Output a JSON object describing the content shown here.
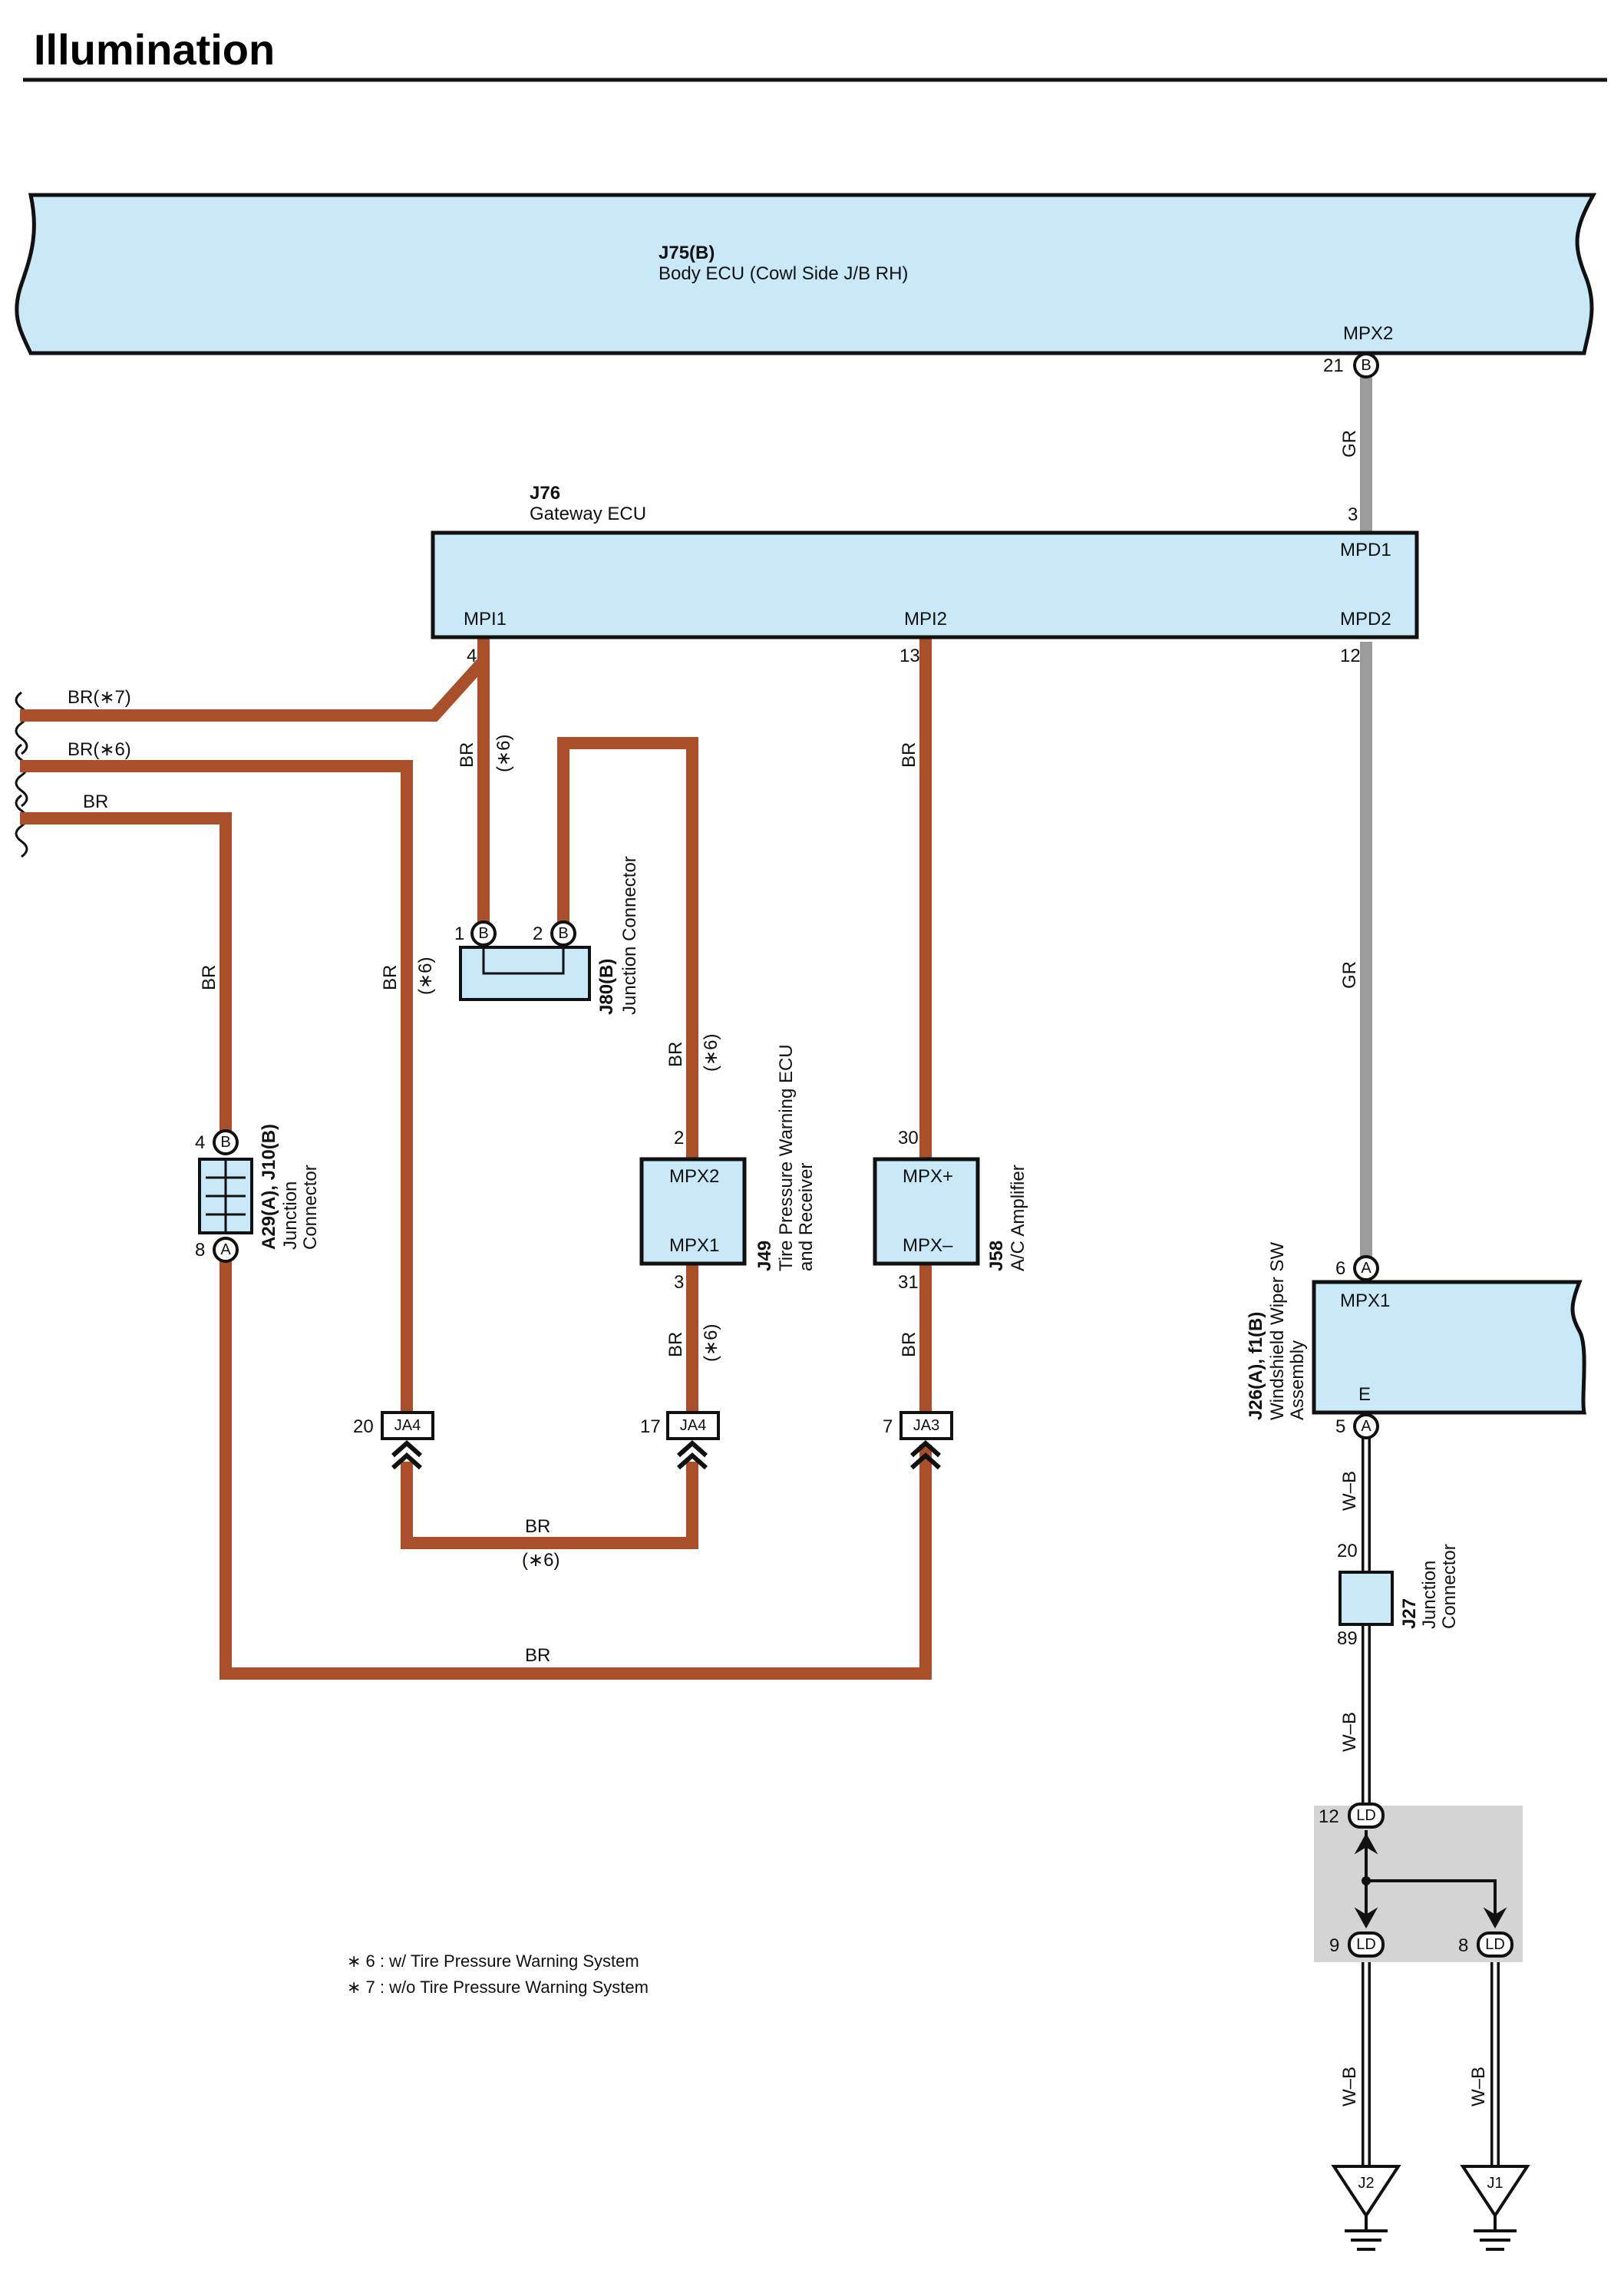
{
  "page": {
    "title": "Illumination"
  },
  "components": {
    "j75": {
      "code": "J75(B)",
      "name": "Body ECU (Cowl Side J/B RH)",
      "pin_label": "MPX2",
      "pin_num": "21",
      "pin_letter": "B"
    },
    "j76": {
      "code": "J76",
      "name": "Gateway ECU",
      "mpd1": "MPD1",
      "mpd1_num": "3",
      "mpd2": "MPD2",
      "mpd2_num": "12",
      "mpi1": "MPI1",
      "mpi1_num": "4",
      "mpi2": "MPI2",
      "mpi2_num": "13"
    },
    "j80": {
      "code": "J80(B)",
      "name": "Junction Connector",
      "pin1": "1",
      "pin2": "2",
      "letter": "B"
    },
    "a29": {
      "code": "A29(A), J10(B)",
      "name_line1": "Junction",
      "name_line2": "Connector",
      "pin_top": "4",
      "letter_top": "B",
      "pin_bot": "8",
      "letter_bot": "A"
    },
    "j49": {
      "code": "J49",
      "name_line1": "Tire Pressure Warning ECU",
      "name_line2": "and Receiver",
      "top": "MPX2",
      "top_num": "2",
      "bot": "MPX1",
      "bot_num": "3"
    },
    "j58": {
      "code": "J58",
      "name": "A/C Amplifier",
      "top": "MPX+",
      "top_num": "30",
      "bot": "MPX–",
      "bot_num": "31"
    },
    "j26": {
      "code": "J26(A), f1(B)",
      "name_line1": "Windshield Wiper SW",
      "name_line2": "Assembly",
      "top": "MPX1",
      "top_num": "6",
      "top_letter": "A",
      "bot": "E",
      "bot_num": "5",
      "bot_letter": "A"
    },
    "j27": {
      "code": "J27",
      "name_line1": "Junction",
      "name_line2": "Connector",
      "top_num": "20",
      "bot_num": "89"
    },
    "ld": {
      "label": "LD",
      "in_num": "12",
      "out1_num": "9",
      "out2_num": "8"
    },
    "grounds": {
      "g1": "J2",
      "g2": "J1"
    }
  },
  "connectors": {
    "ja4_left": {
      "label": "JA4",
      "num": "20"
    },
    "ja4_right": {
      "label": "JA4",
      "num": "17"
    },
    "ja3": {
      "label": "JA3",
      "num": "7"
    }
  },
  "wires": {
    "br7": "BR(∗7)",
    "br6": "BR(∗6)",
    "br": "BR",
    "gr": "GR",
    "wb": "W–B",
    "note6": "(∗6)"
  },
  "notes": [
    "∗ 6 : w/ Tire Pressure Warning System",
    "∗ 7 : w/o Tire Pressure Warning System"
  ],
  "colors": {
    "ecu_fill": "#c9e9f8",
    "wire_br": "#a9502b",
    "wire_gr": "#9b9b9b",
    "ld_shade": "#d4d4d4"
  }
}
